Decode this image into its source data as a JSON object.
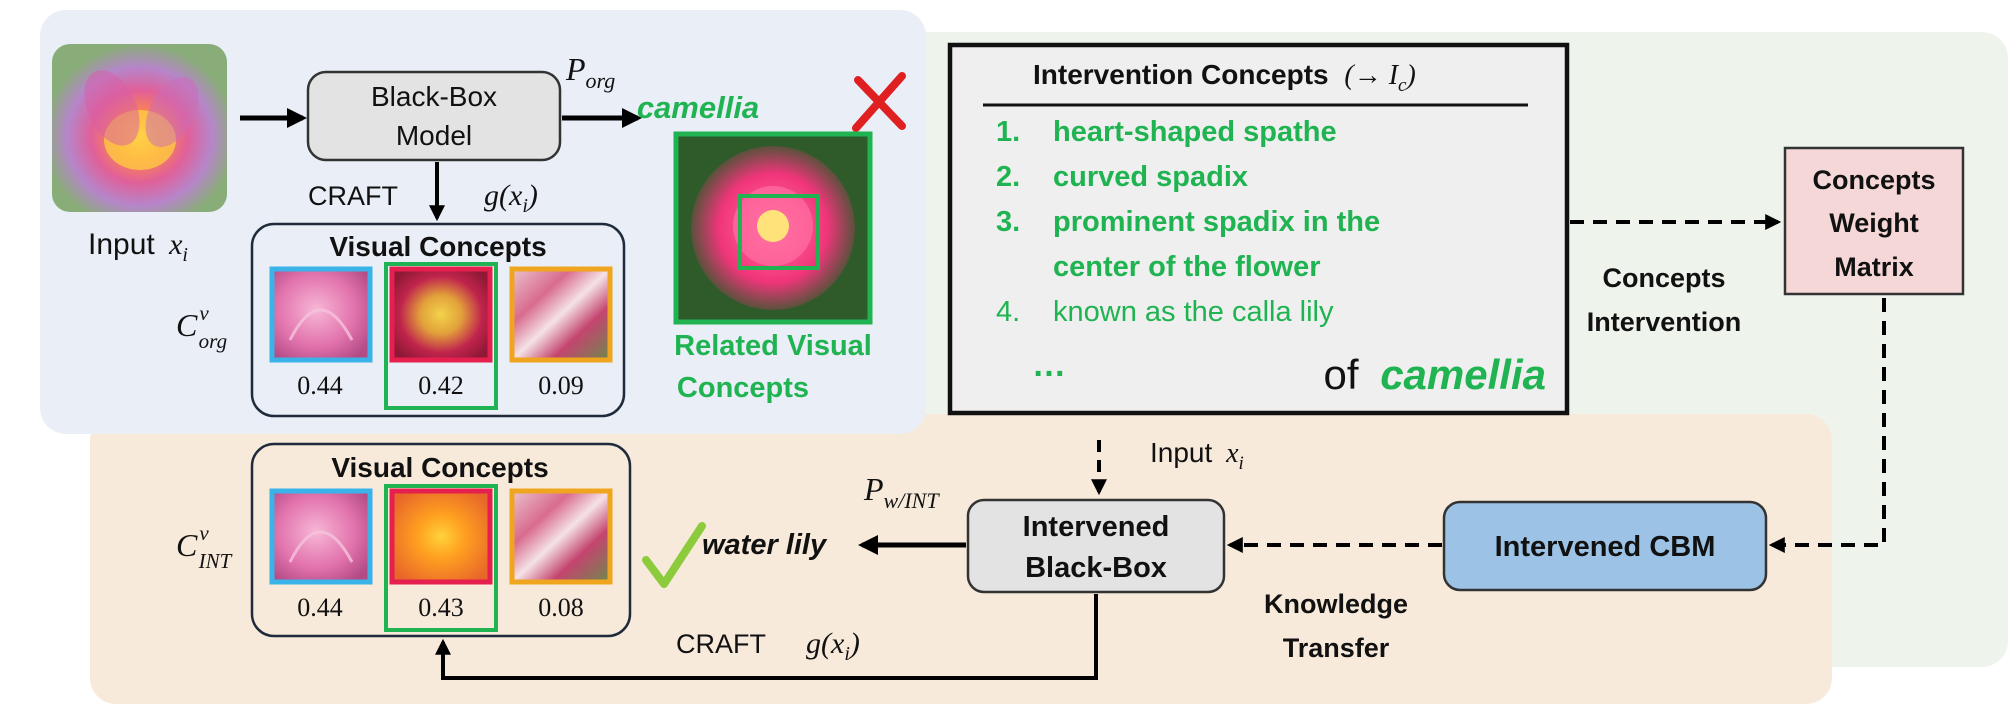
{
  "colors": {
    "blue_region": "#e9eef7",
    "green_region": "#eef4ec",
    "orange_region": "#f8eadb",
    "concept_green": "#1fb451",
    "cbm_blue": "#9cc3e6",
    "weight_pink": "#f6d7d7",
    "box_gray": "#e3e3e3",
    "thumb_blue": "#3ab3e8",
    "thumb_red": "#e51f4e",
    "thumb_orange": "#f0a51f",
    "cross_red": "#e02020",
    "check_green": "#8ccb3c"
  },
  "top": {
    "input_label": "Input",
    "input_math": "x",
    "input_sub": "i",
    "blackbox_line1": "Black-Box",
    "blackbox_line2": "Model",
    "p_org": "P",
    "p_org_sub": "org",
    "craft": "CRAFT",
    "g_xi": "g(x",
    "g_sub": "i",
    "g_close": ")",
    "visual_concepts": "Visual Concepts",
    "c_org": "C",
    "c_org_sup": "v",
    "c_org_sub": "org",
    "scores": [
      "0.44",
      "0.42",
      "0.09"
    ],
    "camellia": "camellia",
    "related_line1": "Related Visual",
    "related_line2": "Concepts"
  },
  "intervention": {
    "title": "Intervention Concepts",
    "title_math": "(→ I",
    "title_sub": "c",
    "title_close": ")",
    "items": [
      {
        "num": "1.",
        "text": "heart-shaped spathe",
        "bold": true
      },
      {
        "num": "2.",
        "text": "curved spadix",
        "bold": true
      },
      {
        "num": "3.",
        "text": "prominent spadix in the",
        "bold": true
      },
      {
        "num": "",
        "text": "center of the flower",
        "bold": true
      },
      {
        "num": "4.",
        "text": "known as the calla lily",
        "bold": false
      }
    ],
    "ellipsis": "…",
    "of": "of",
    "of_camellia": "camellia"
  },
  "right": {
    "weight_line1": "Concepts",
    "weight_line2": "Weight",
    "weight_line3": "Matrix",
    "ci_line1": "Concepts",
    "ci_line2": "Intervention",
    "cbm": "Intervened CBM",
    "kt_line1": "Knowledge",
    "kt_line2": "Transfer"
  },
  "bottom": {
    "input_label": "Input",
    "input_math": "x",
    "input_sub": "i",
    "intervened_line1": "Intervened",
    "intervened_line2": "Black-Box",
    "p_w": "P",
    "p_w_sub": "w/INT",
    "water_lily": "water lily",
    "visual_concepts": "Visual Concepts",
    "c_int": "C",
    "c_int_sup": "v",
    "c_int_sub": "INT",
    "scores": [
      "0.44",
      "0.43",
      "0.08"
    ],
    "craft": "CRAFT",
    "g_xi": "g(x",
    "g_sub": "i",
    "g_close": ")"
  }
}
